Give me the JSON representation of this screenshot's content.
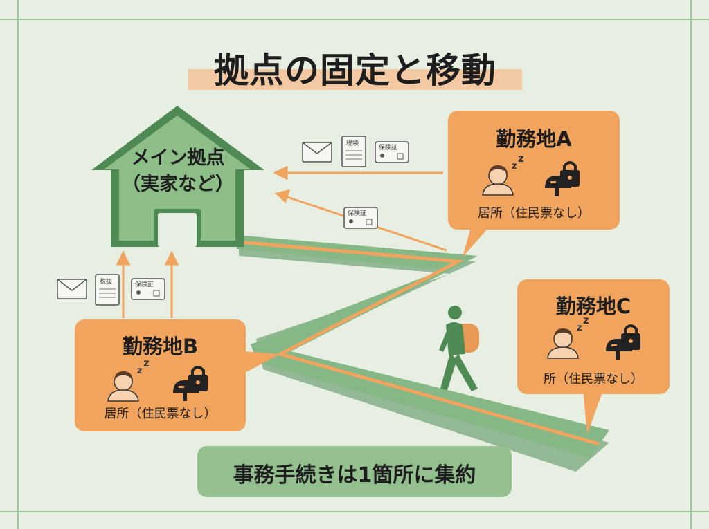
{
  "title": "拠点の固定と移動",
  "main_base": {
    "line1": "メイン拠点",
    "line2": "（実家など）"
  },
  "workplaces": [
    {
      "name": "勤務地A",
      "residence": "居所（住民票なし）"
    },
    {
      "name": "勤務地B",
      "residence": "居所（住民票なし）"
    },
    {
      "name": "勤務地C",
      "residence": "所（住民票なし）"
    }
  ],
  "documents": {
    "tax_a": "税袋",
    "tax_b": "税抜",
    "insurance": "保険証"
  },
  "summary": "事務手続きは1箇所に集約",
  "colors": {
    "background": "#e6efe2",
    "green": "#6aa66c",
    "orange": "#f0a45e",
    "highlight": "#f2c9a2"
  }
}
